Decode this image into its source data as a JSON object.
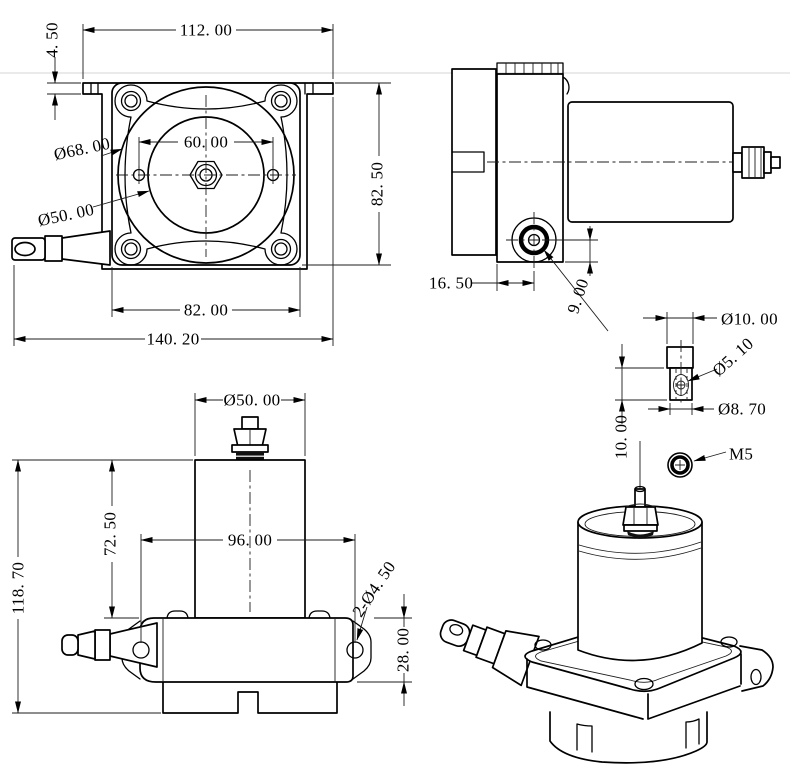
{
  "drawing": {
    "background": "#ffffff",
    "line_color": "#000000",
    "views": {
      "front": {
        "dims": {
          "bracket_width": "112. 00",
          "bracket_thickness": "4. 50",
          "flange_circle_dia": "Ø68. 00",
          "hub_hole_spacing": "60. 00",
          "drum_dia": "Ø50. 00",
          "body_height": "82. 50",
          "body_width": "82. 00",
          "overall_width": "140. 20"
        }
      },
      "side": {
        "dims": {
          "wire_outlet_offset_h": "16. 50",
          "wire_outlet_offset_v": "9. 00"
        }
      },
      "detail": {
        "dims": {
          "tip_outer_dia": "Ø10. 00",
          "tip_bore_dia": "Ø5. 10",
          "tip_shaft_dia": "Ø8. 70",
          "tip_length": "10. 00",
          "thread_spec": "M5"
        }
      },
      "bottom": {
        "dims": {
          "cylinder_dia": "Ø50. 00",
          "cylinder_height": "72. 50",
          "mount_hole_spacing": "96. 00",
          "overall_height": "118. 70",
          "mount_hole_dia": "2-Ø4. 50",
          "base_height": "28. 00"
        }
      }
    }
  }
}
